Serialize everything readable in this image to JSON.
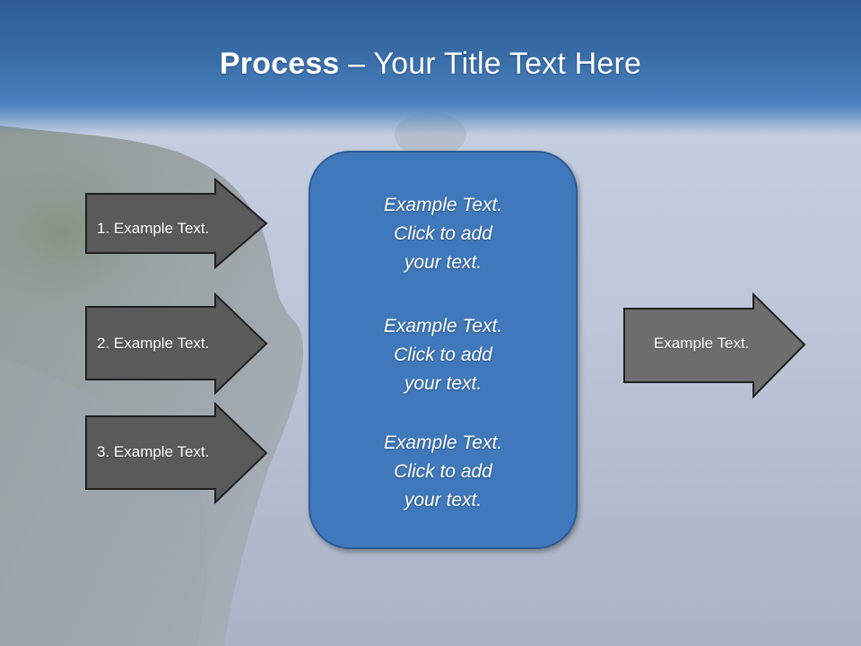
{
  "slide": {
    "title_bold": "Process",
    "title_rest": " – Your Title Text Here"
  },
  "left_arrows": [
    {
      "label": "1. Example Text."
    },
    {
      "label": "2. Example Text."
    },
    {
      "label": "3. Example Text."
    }
  ],
  "center_box": {
    "blocks": [
      {
        "line1": "Example Text.",
        "line2": "Click  to add",
        "line3": "your text."
      },
      {
        "line1": "Example Text.",
        "line2": "Click  to add",
        "line3": "your text."
      },
      {
        "line1": "Example Text.",
        "line2": "Click  to add",
        "line3": "your text."
      }
    ]
  },
  "right_arrow": {
    "label": "Example Text."
  },
  "colors": {
    "title_band": "#3a6ea9",
    "center_box_fill": "#4079bb",
    "left_arrow_fill": "#5a5a5a",
    "right_arrow_fill": "#6d6d6d"
  }
}
